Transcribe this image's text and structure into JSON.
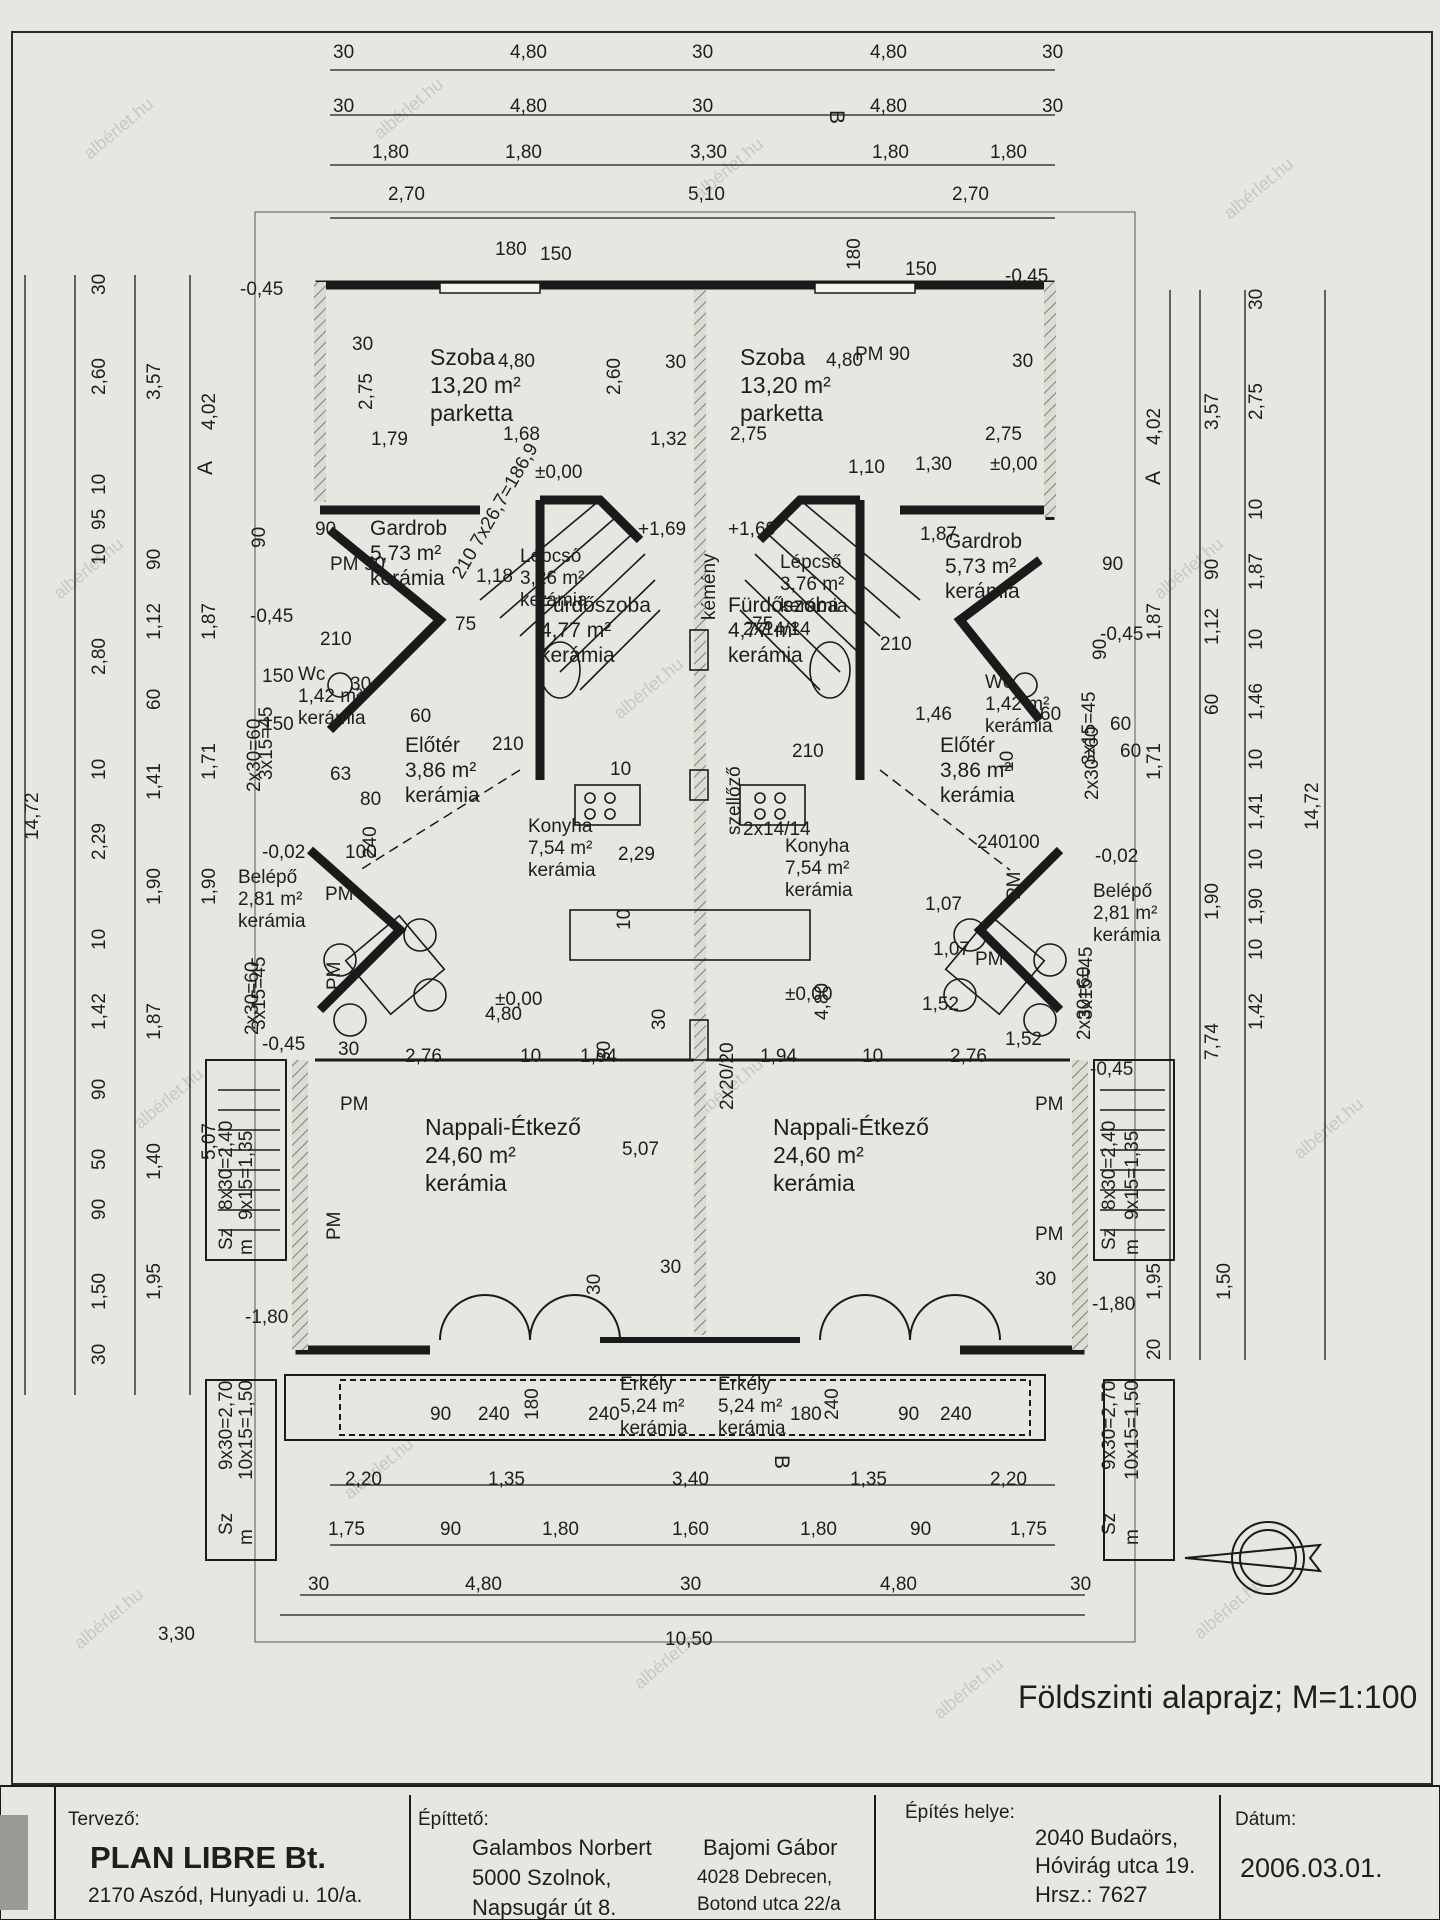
{
  "drawing": {
    "title": "Földszinti alaprajz; M=1:100",
    "dims_top": {
      "row1": [
        "30",
        "4,80",
        "30",
        "4,80",
        "30"
      ],
      "row2": [
        "30",
        "4,80",
        "30",
        "4,80",
        "30"
      ],
      "row3": [
        "1,80",
        "1,80",
        "3,30",
        "1,80",
        "1,80"
      ],
      "row4": [
        "2,70",
        "5,10",
        "2,70"
      ]
    },
    "dims_bottom": {
      "row1": [
        "2,20",
        "1,35",
        "3,40",
        "1,35",
        "2,20"
      ],
      "row2": [
        "1,75",
        "90",
        "1,80",
        "1,60",
        "1,80",
        "90",
        "1,75"
      ],
      "row3": [
        "30",
        "4,80",
        "30",
        "4,80",
        "30"
      ],
      "total": "10,50"
    },
    "dims_left": {
      "total": "14,72",
      "c2": [
        "30",
        "2,60",
        "10",
        "95",
        "10",
        "2,80",
        "10",
        "2,29",
        "10",
        "1,42",
        "90",
        "50",
        "90",
        "1,50",
        "30"
      ],
      "c3": [
        "3,57",
        "90",
        "1,12",
        "60",
        "1,41",
        "1,90",
        "1,87",
        "1,40",
        "1,95"
      ],
      "c4": [
        "4,02",
        "1,87",
        "1,71",
        "1,90",
        "5,07"
      ]
    },
    "dims_right": {
      "total": "14,72",
      "c1": [
        "30",
        "2,75",
        "10",
        "1,87",
        "10",
        "1,46",
        "10",
        "1,41",
        "10",
        "1,90",
        "10",
        "1,42"
      ],
      "c2": [
        "3,57",
        "90",
        "1,12",
        "60",
        "1,90",
        "7,74"
      ],
      "c3": [
        "4,02",
        "1,87",
        "1,71",
        "1,95",
        "1,50",
        "20"
      ]
    },
    "levels": [
      "-0,45",
      "-0,45",
      "-0,45",
      "-0,45",
      "±0,00",
      "±0,00",
      "-0,02",
      "-0,02",
      "±0,00",
      "±0,00",
      "-0,45",
      "-0,45",
      "-1,80",
      "-1,80",
      "3,30",
      "+1,69",
      "+1,69"
    ],
    "rooms": [
      {
        "name": "Szoba",
        "area": "13,20 m²",
        "floor": "parketta"
      },
      {
        "name": "Szoba",
        "area": "13,20 m²",
        "floor": "parketta"
      },
      {
        "name": "Gardrob",
        "area": "5,73 m²",
        "floor": "kerámia"
      },
      {
        "name": "Gardrob",
        "area": "5,73 m²",
        "floor": "kerámia"
      },
      {
        "name": "Lépcső",
        "area": "3,26 m²",
        "floor": "kerámia"
      },
      {
        "name": "Lépcső",
        "area": "3,76 m²",
        "floor": "kerámia"
      },
      {
        "name": "Fürdőszoba",
        "area": "4,77 m²",
        "floor": "kerámia"
      },
      {
        "name": "Fürdőszoba",
        "area": "4,77 m²",
        "floor": "kerámia"
      },
      {
        "name": "Wc",
        "area": "1,42 m²",
        "floor": "kerámia"
      },
      {
        "name": "Wc",
        "area": "1,42 m²",
        "floor": "kerámia"
      },
      {
        "name": "Előtér",
        "area": "3,86 m²",
        "floor": "kerámia"
      },
      {
        "name": "Előtér",
        "area": "3,86 m²",
        "floor": "kerámia"
      },
      {
        "name": "Konyha",
        "area": "7,54 m²",
        "floor": "kerámia"
      },
      {
        "name": "Konyha",
        "area": "7,54 m²",
        "floor": "kerámia"
      },
      {
        "name": "Belépő",
        "area": "2,81 m²",
        "floor": "kerámia"
      },
      {
        "name": "Belépő",
        "area": "2,81 m²",
        "floor": "kerámia"
      },
      {
        "name": "Nappali-Étkező",
        "area": "24,60 m²",
        "floor": "kerámia"
      },
      {
        "name": "Nappali-Étkező",
        "area": "24,60 m²",
        "floor": "kerámia"
      },
      {
        "name": "Erkély",
        "area": "5,24 m²",
        "floor": "kerámia"
      },
      {
        "name": "Erkély",
        "area": "5,24 m²",
        "floor": "kerámia"
      }
    ],
    "inner_dims": [
      "4,80",
      "4,80",
      "30",
      "30",
      "30",
      "30",
      "2,75",
      "2,75",
      "2,75",
      "1,79",
      "1,68",
      "1,32",
      "2,60",
      "1,10",
      "1,30",
      "90",
      "90",
      "90",
      "90",
      "150",
      "150",
      "60",
      "60",
      "60",
      "60",
      "75",
      "75",
      "1,18",
      "210",
      "210",
      "210",
      "210",
      "10",
      "10",
      "1,46",
      "1,87",
      "63",
      "80",
      "100",
      "240",
      "240",
      "100",
      "1,52",
      "1,52",
      "2,29",
      "10",
      "1,07",
      "1,07",
      "2,76",
      "10",
      "1,94",
      "30",
      "1,94",
      "10",
      "2,76",
      "5,07",
      "4,80",
      "4,80",
      "30",
      "30",
      "30",
      "90",
      "240",
      "180",
      "240",
      "180",
      "240",
      "90",
      "240",
      "2x20/20",
      "2x14/14",
      "2x14/14",
      "PM 90",
      "PM 90",
      "PM",
      "PM",
      "PM",
      "PM",
      "PM",
      "PM",
      "PM",
      "PM",
      "180",
      "150",
      "180",
      "150",
      "30",
      "30"
    ],
    "stair_labels": [
      "210 7x26,7=186,9",
      "3x15=45",
      "3x15=45",
      "3x15=45",
      "3x15=45",
      "2x30=60",
      "2x30=60",
      "2x30=60",
      "2x30=60",
      "8x30=2,40",
      "8x30=2,40",
      "9x15=1,35",
      "9x15=1,35",
      "9x30=2,70",
      "9x30=2,70",
      "10x15=1,50",
      "10x15=1,50",
      "Sz",
      "Sz",
      "Sz",
      "Sz",
      "m",
      "m",
      "m",
      "m",
      "szellőző",
      "kémény"
    ],
    "section_marks": [
      "A",
      "A",
      "B",
      "B"
    ]
  },
  "title_block": {
    "designer_caption": "Tervező:",
    "designer_name": "PLAN LIBRE Bt.",
    "designer_address": "2170 Aszód, Hunyadi u. 10/a.",
    "builder_caption": "Építtető:",
    "builder1_name": "Galambos Norbert",
    "builder1_city": "5000 Szolnok,",
    "builder1_street": "Napsugár út 8.",
    "builder2_name": "Bajomi Gábor",
    "builder2_city": "4028 Debrecen,",
    "builder2_street": "Botond utca 22/a",
    "site_caption": "Építés helye:",
    "site_city": "2040 Budaörs,",
    "site_street": "Hóvirág utca 19.",
    "site_lot": "Hrsz.: 7627",
    "date_caption": "Dátum:",
    "date_value": "2006.03.01."
  },
  "watermark": "albérlet.hu"
}
